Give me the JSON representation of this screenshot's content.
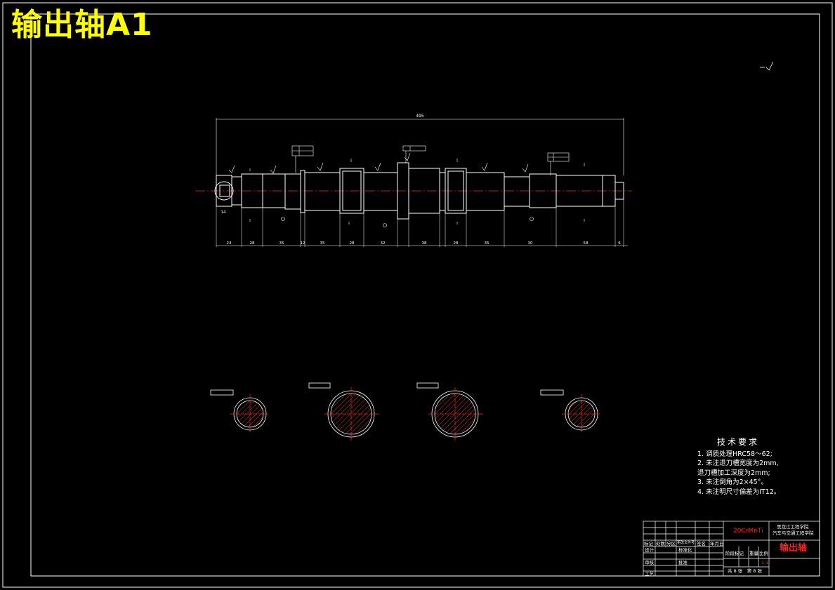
{
  "title": "输出轴A1",
  "dimensions": {
    "overall": "495",
    "segments": [
      "24",
      "28",
      "35",
      "12",
      "35",
      "28",
      "32",
      "38",
      "28",
      "35",
      "30",
      "58",
      "6"
    ],
    "end_small": "14"
  },
  "technical_requirements": {
    "heading": "技术要求",
    "items": [
      "1. 调质处理HRC58～62;",
      "2. 未注退刀槽宽度为2mm,",
      "    退刀槽加工深度为2mm;",
      "3. 未注倒角为2×45°。",
      "4. 未注明尺寸偏差为IT12。"
    ]
  },
  "title_block": {
    "material": "20CrMnTi",
    "organization_line1": "黑龙江工程学院",
    "organization_line2": "汽车与交通工程学院",
    "part_name": "输出轴",
    "row_labels": [
      "标记",
      "处数",
      "分区",
      "更改文件号",
      "签名",
      "年月日"
    ],
    "design": "设计",
    "standardization": "标准化",
    "review": "审核",
    "process": "工艺",
    "approve": "批准",
    "stage_mark": "阶段标记",
    "weight": "重量",
    "scale_label": "比例",
    "scale": "1:1",
    "sheets": "共 8 张　第 8 张"
  },
  "colors": {
    "title": "#ffff00",
    "lines": "#ffffff",
    "centerline": "#ff2020",
    "hatch": "#ff4040"
  }
}
